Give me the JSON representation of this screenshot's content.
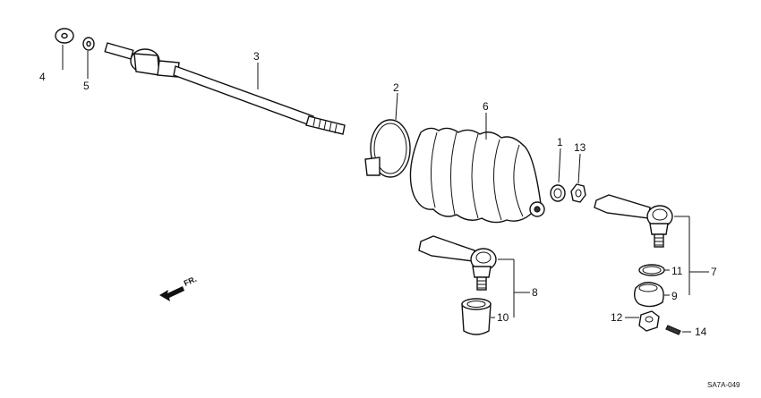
{
  "labels": {
    "p1": "1",
    "p2": "2",
    "p3": "3",
    "p4": "4",
    "p5": "5",
    "p6": "6",
    "p7": "7",
    "p8": "8",
    "p9": "9",
    "p10": "10",
    "p11": "11",
    "p12": "12",
    "p13": "13",
    "p14": "14"
  },
  "front_marker": "FR.",
  "diagram_code": "SA7A-049"
}
